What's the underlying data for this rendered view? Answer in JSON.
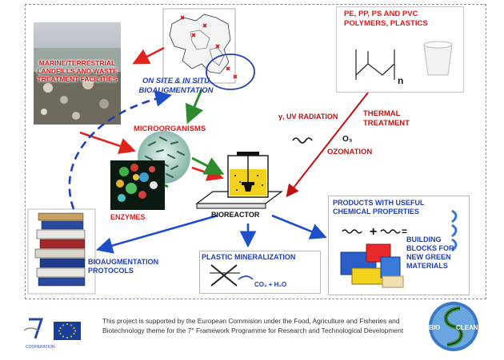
{
  "labels": {
    "landfills": "MARINE/TERRESTRIAL LANDFILLS AND WASTE TREATMENT FACILITIES",
    "onsite": "ON SITE & IN SITU BIOAUGMENTATION",
    "microorganisms": "MICROORGANISMS",
    "enzymes": "ENZYMES",
    "bioreactor": "BIOREACTOR",
    "polymers": "PE, PP, PS AND PVC POLYMERS, PLASTICS",
    "polymer_subscript": "n",
    "gamma": "γ, UV RADIATION",
    "thermal": "THERMAL TREATMENT",
    "ozone_formula": "O₃",
    "ozonation": "OZONATION",
    "products": "PRODUCTS  WITH USEFUL CHEMICAL PROPERTIES",
    "building_blocks": "BUILDING BLOCKS FOR NEW GREEN MATERIALS",
    "mineralization": "PLASTIC MINERALIZATION",
    "co2_h2o": "CO₂ + H₂O",
    "protocols": "BIOAUGMENTATION PROTOCOLS"
  },
  "footer": {
    "text": "This project is supported by the European Commision  under the Food, Agriculture and Fisheries and Biotechnology theme for the 7° Framework Programme for Research and Technological Development",
    "fp7_logo_text": "7",
    "fp7_caption": "COOPERATION",
    "bioclean_left": "BIO",
    "bioclean_right": "CLEAN"
  },
  "colors": {
    "red_arrow": "#e0241c",
    "green_arrow": "#2e8b2e",
    "blue_arrow": "#1f4fc8",
    "dark_red_text": "#c01010"
  }
}
